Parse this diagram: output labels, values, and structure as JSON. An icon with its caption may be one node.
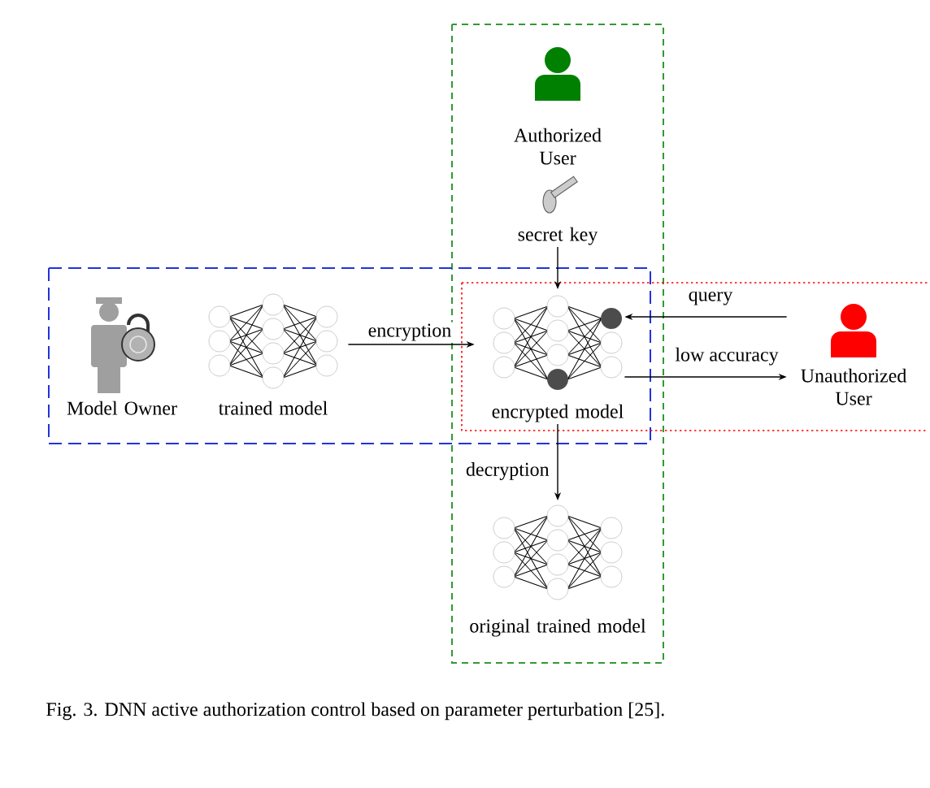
{
  "diagram": {
    "caption": "Fig. 3.  DNN active authorization control based on parameter perturbation [25].",
    "nodes": [
      {
        "text": [
          "Authorized User"
        ]
      },
      {
        "text": [
          "secret key"
        ]
      },
      {
        "text": [
          "Model Owner"
        ]
      },
      {
        "text": [
          "trained model"
        ]
      },
      {
        "text": [
          "encrypted model"
        ]
      },
      {
        "text": [
          "Unauthorized User"
        ]
      },
      {
        "text": [
          "original trained model"
        ]
      }
    ],
    "edges": [
      {
        "from": 1,
        "to": 4,
        "arrow": "to"
      },
      {
        "from": 3,
        "to": 4,
        "arrow": "to",
        "label": "encryption"
      },
      {
        "from": 5,
        "to": 4,
        "arrow": "to",
        "label": "query"
      },
      {
        "from": 4,
        "to": 5,
        "arrow": "to",
        "label": "low accuracy"
      },
      {
        "from": 4,
        "to": 6,
        "arrow": "to",
        "label": "decryption"
      }
    ]
  }
}
